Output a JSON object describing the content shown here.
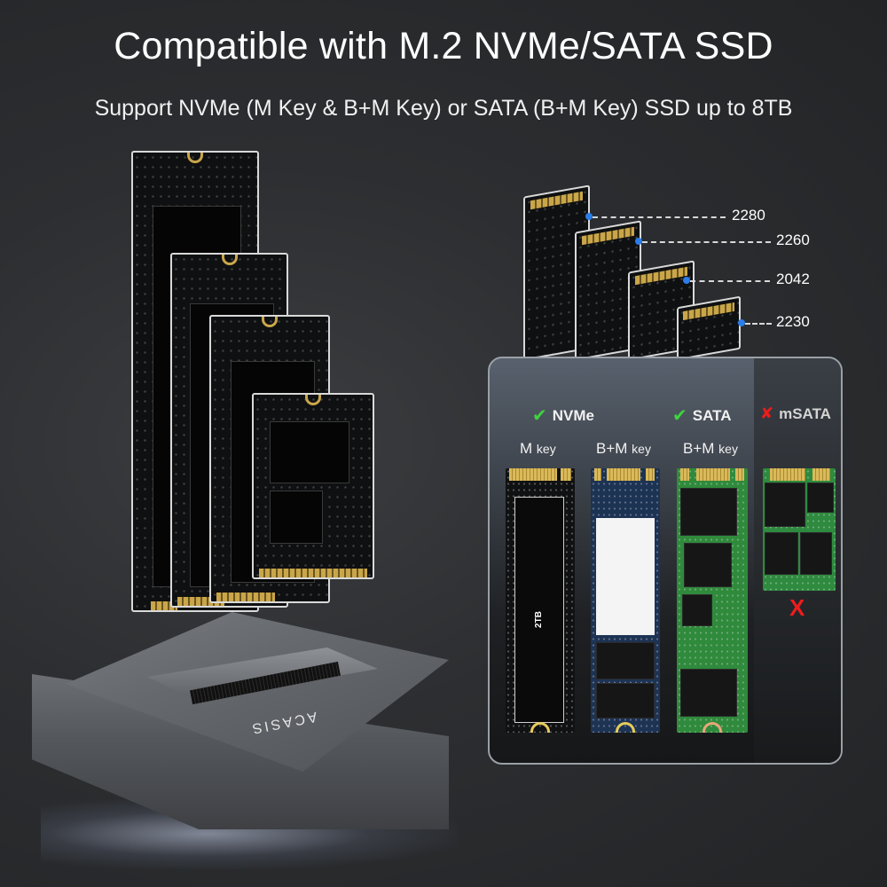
{
  "header": {
    "title": "Compatible with M.2 NVMe/SATA SSD",
    "subtitle": "Support NVMe (M Key & B+M Key) or SATA (B+M Key) SSD up to 8TB"
  },
  "form_factors": [
    {
      "label": "2280"
    },
    {
      "label": "2260"
    },
    {
      "label": "2042"
    },
    {
      "label": "2230"
    }
  ],
  "comparison": {
    "columns": [
      {
        "type": "NVMe",
        "supported": true,
        "status_icon": "check-icon",
        "key": "M",
        "key_suffix": "key",
        "board_color": "#101112",
        "capacity_label": "2TB"
      },
      {
        "type": "",
        "supported": true,
        "key": "B+M",
        "key_suffix": "key",
        "board_color": "#1d3354"
      },
      {
        "type": "SATA",
        "supported": true,
        "status_icon": "check-icon",
        "key": "B+M",
        "key_suffix": "key",
        "board_color": "#2f8a3c"
      },
      {
        "type": "mSATA",
        "supported": false,
        "status_icon": "cross-icon",
        "key": "",
        "board_color": "#2e8a3e",
        "unsupported_mark": "X"
      }
    ],
    "check_glyph": "✔",
    "cross_glyph": "✘",
    "colors": {
      "check": "#3ed43e",
      "cross": "#ee1c1c",
      "connector_dot": "#2b7de9"
    }
  },
  "enclosure": {
    "brand": "ACASIS"
  }
}
